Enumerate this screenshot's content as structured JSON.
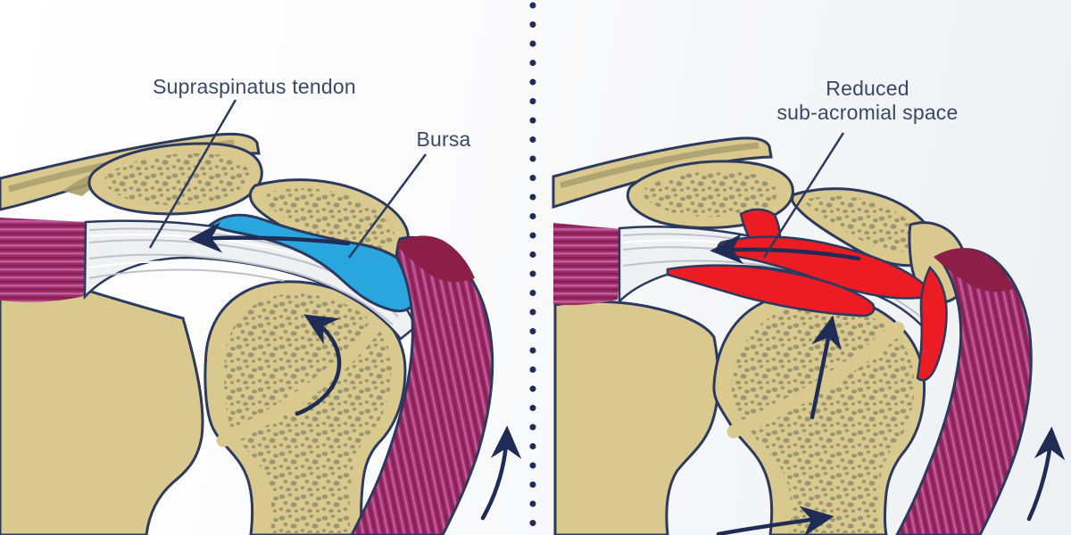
{
  "left_panel": {
    "name": "normal-shoulder",
    "labels": {
      "supraspinatus_tendon": "Supraspinatus tendon",
      "bursa": "Bursa"
    }
  },
  "right_panel": {
    "name": "shoulder-impingement",
    "labels": {
      "reduced_line1": "Reduced",
      "reduced_line2": "sub-acromial space"
    }
  },
  "colors": {
    "bone_tan": "#d9c98f",
    "bone_speckle": "#9d9770",
    "bone_shadow_olive": "#a89f6b",
    "outline_navy": "#2b3a5e",
    "arrow_navy": "#1f2c55",
    "bursa_blue": "#2aa6df",
    "muscle_magenta": "#9e2a68",
    "muscle_stripe_light": "#bf5c95",
    "muscle_dark_crimson": "#8c1f47",
    "inflammation_red": "#ec1c24",
    "tendon_light": "#eef0f2",
    "tendon_stripe": "#bfc1ca",
    "label_text": "#3a4868",
    "background_right": "#eef0f3"
  }
}
